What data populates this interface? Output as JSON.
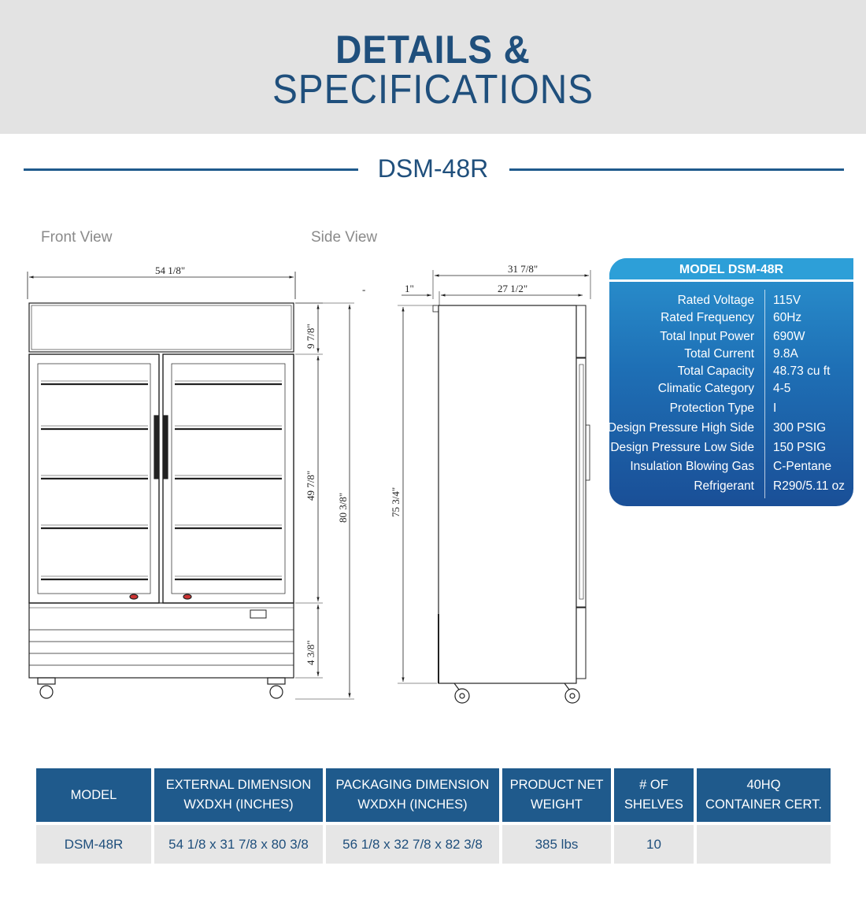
{
  "header": {
    "title_line1": "DETAILS &",
    "title_line2": "SPECIFICATIONS"
  },
  "model_heading": "DSM-48R",
  "views": {
    "front_label": "Front View",
    "side_label": "Side View"
  },
  "dimensions": {
    "front_width": "54 1/8\"",
    "top_height": "9 7/8\"",
    "door_height": "49 7/8\"",
    "total_height": "80 3/8\"",
    "base_height": "4 3/8\"",
    "side_depth": "31 7/8\"",
    "side_offset": "1\"",
    "side_body_depth": "27 1/2\"",
    "side_height": "75 3/4\"",
    "dash": "-"
  },
  "spec_card": {
    "title": "MODEL DSM-48R",
    "rows": [
      {
        "label": "Rated  Voltage",
        "value": "115V"
      },
      {
        "label": "Rated  Frequency",
        "value": "60Hz"
      },
      {
        "label": "Total Input Power",
        "value": "690W"
      },
      {
        "label": "Total Current",
        "value": "9.8A"
      },
      {
        "label": "Total Capacity",
        "value": "48.73 cu ft"
      },
      {
        "label": "Climatic Category",
        "value": "4-5"
      },
      {
        "label": "Protection Type",
        "value": "I"
      },
      {
        "label": "Design Pressure High Side",
        "value": "300 PSIG"
      },
      {
        "label": "Design Pressure Low Side",
        "value": "150 PSIG"
      },
      {
        "label": "Insulation Blowing Gas",
        "value": "C-Pentane"
      },
      {
        "label": "Refrigerant",
        "value": "R290/5.11 oz"
      }
    ],
    "colors": {
      "header": "#2d9fd8",
      "top": "#2a92cf",
      "bottom": "#1a4f97"
    }
  },
  "table": {
    "headers": [
      [
        "MODEL"
      ],
      [
        "EXTERNAL DIMENSION",
        "WXDXH (INCHES)"
      ],
      [
        "PACKAGING DIMENSION",
        "WXDXH (INCHES)"
      ],
      [
        "PRODUCT NET",
        "WEIGHT"
      ],
      [
        "# OF",
        "SHELVES"
      ],
      [
        "40HQ",
        "CONTAINER CERT."
      ]
    ],
    "row": [
      "DSM-48R",
      "54 1/8 x 31 7/8 x 80 3/8",
      "56 1/8 x 32 7/8 x 82 3/8",
      "385 lbs",
      "10",
      ""
    ]
  },
  "colors": {
    "brand": "#1f4f7c",
    "header_band": "#e3e3e3",
    "table_header": "#1f5a8c",
    "table_row": "#e6e6e6"
  }
}
